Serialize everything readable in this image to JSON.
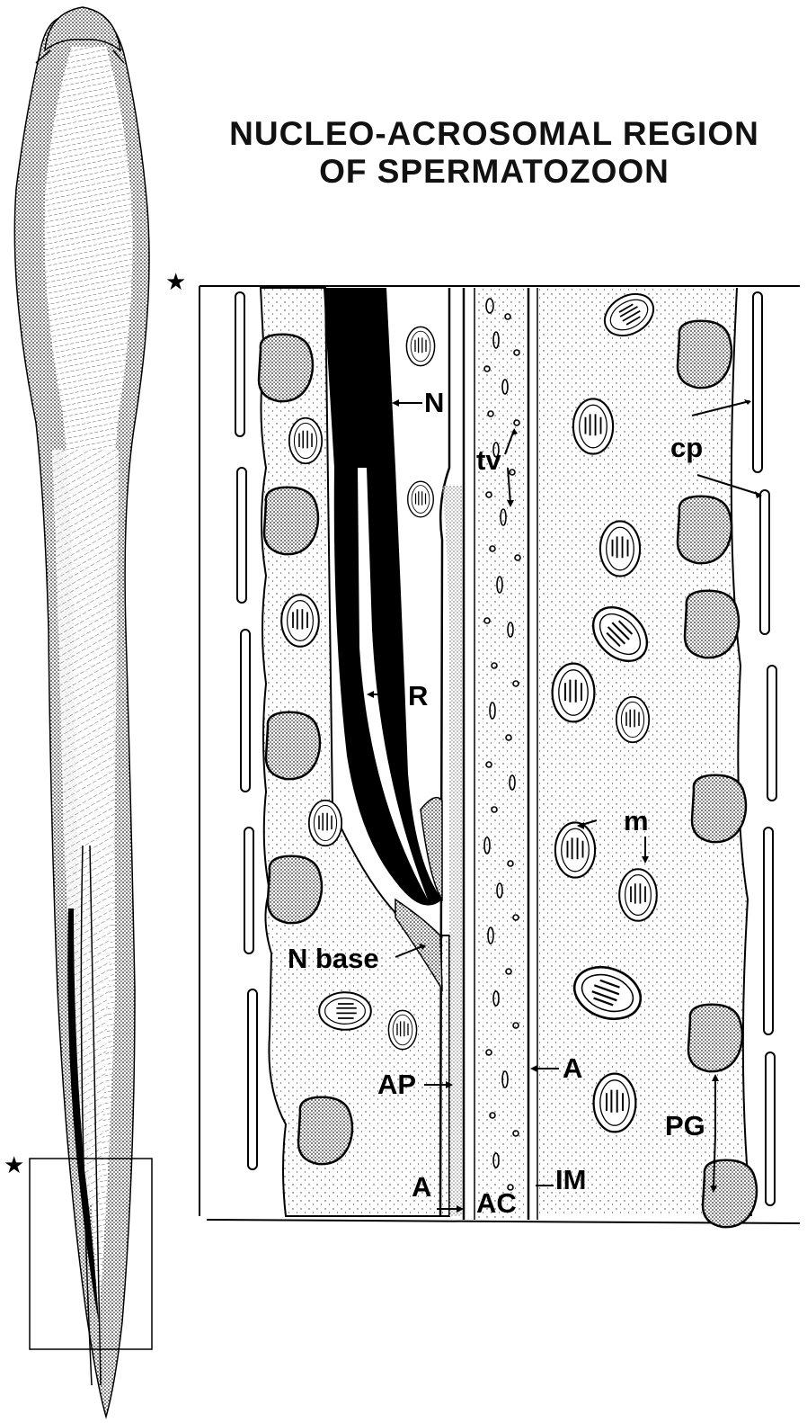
{
  "title": {
    "line1": "NUCLEO-ACROSOMAL REGION",
    "line2": "OF SPERMATOZOON"
  },
  "markers": {
    "star": "★"
  },
  "labels": {
    "N": "N",
    "tv": "tv",
    "cp": "cp",
    "R": "R",
    "m": "m",
    "n_base": "N base",
    "a_right": "A",
    "ap": "AP",
    "pg": "PG",
    "a_bottom": "A",
    "ac": "AC",
    "im": "IM"
  }
}
